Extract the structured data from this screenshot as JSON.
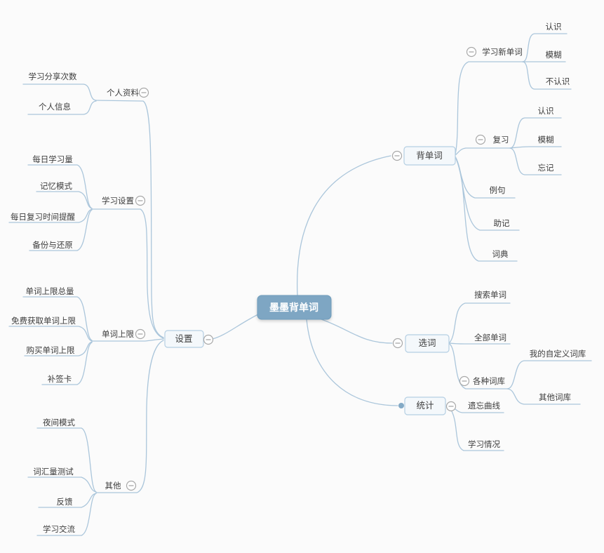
{
  "app": "mind-map-canvas",
  "colors": {
    "background": "#fbfbfb",
    "connector_line": "#abc6db",
    "root_fill": "#7ea6c3",
    "root_border": "#6d9cbc",
    "root_text": "#ffffff",
    "node_box_fill": "#f4f8fb",
    "node_box_border": "#b5cfe3",
    "node_text": "#3c3c3c",
    "expander_stroke": "#a8a8a8",
    "expander_fill": "#ffffff",
    "connector_dot": "#83aac6"
  },
  "icons": {
    "collapse": "minus-in-circle",
    "connector_dot": "filled-dot"
  },
  "tree": {
    "root": {
      "label": "墨墨背单词"
    },
    "left": [
      {
        "label": "设置",
        "children": [
          {
            "label": "个人资料",
            "children": [
              {
                "label": "学习分享次数"
              },
              {
                "label": "个人信息"
              }
            ]
          },
          {
            "label": "学习设置",
            "children": [
              {
                "label": "每日学习量"
              },
              {
                "label": "记忆模式"
              },
              {
                "label": "每日复习时间提醒"
              },
              {
                "label": "备份与还原"
              }
            ]
          },
          {
            "label": "单词上限",
            "children": [
              {
                "label": "单词上限总量"
              },
              {
                "label": "免费获取单词上限"
              },
              {
                "label": "购买单词上限"
              },
              {
                "label": "补签卡"
              }
            ]
          },
          {
            "label": "其他",
            "children": [
              {
                "label": "夜间模式"
              },
              {
                "label": "词汇量测试"
              },
              {
                "label": "反馈"
              },
              {
                "label": "学习交流"
              }
            ]
          }
        ]
      }
    ],
    "right": [
      {
        "label": "背单词",
        "children": [
          {
            "label": "学习新单词",
            "children": [
              {
                "label": "认识"
              },
              {
                "label": "模糊"
              },
              {
                "label": "不认识"
              }
            ]
          },
          {
            "label": "复习",
            "children": [
              {
                "label": "认识"
              },
              {
                "label": "模糊"
              },
              {
                "label": "忘记"
              }
            ]
          },
          {
            "label": "例句"
          },
          {
            "label": "助记"
          },
          {
            "label": "词典"
          }
        ]
      },
      {
        "label": "选词",
        "children": [
          {
            "label": "搜索单词"
          },
          {
            "label": "全部单词"
          },
          {
            "label": "各种词库",
            "children": [
              {
                "label": "我的自定义词库"
              },
              {
                "label": "其他词库"
              }
            ]
          }
        ]
      },
      {
        "label": "统计",
        "children": [
          {
            "label": "遗忘曲线"
          },
          {
            "label": "学习情况"
          }
        ]
      }
    ]
  }
}
